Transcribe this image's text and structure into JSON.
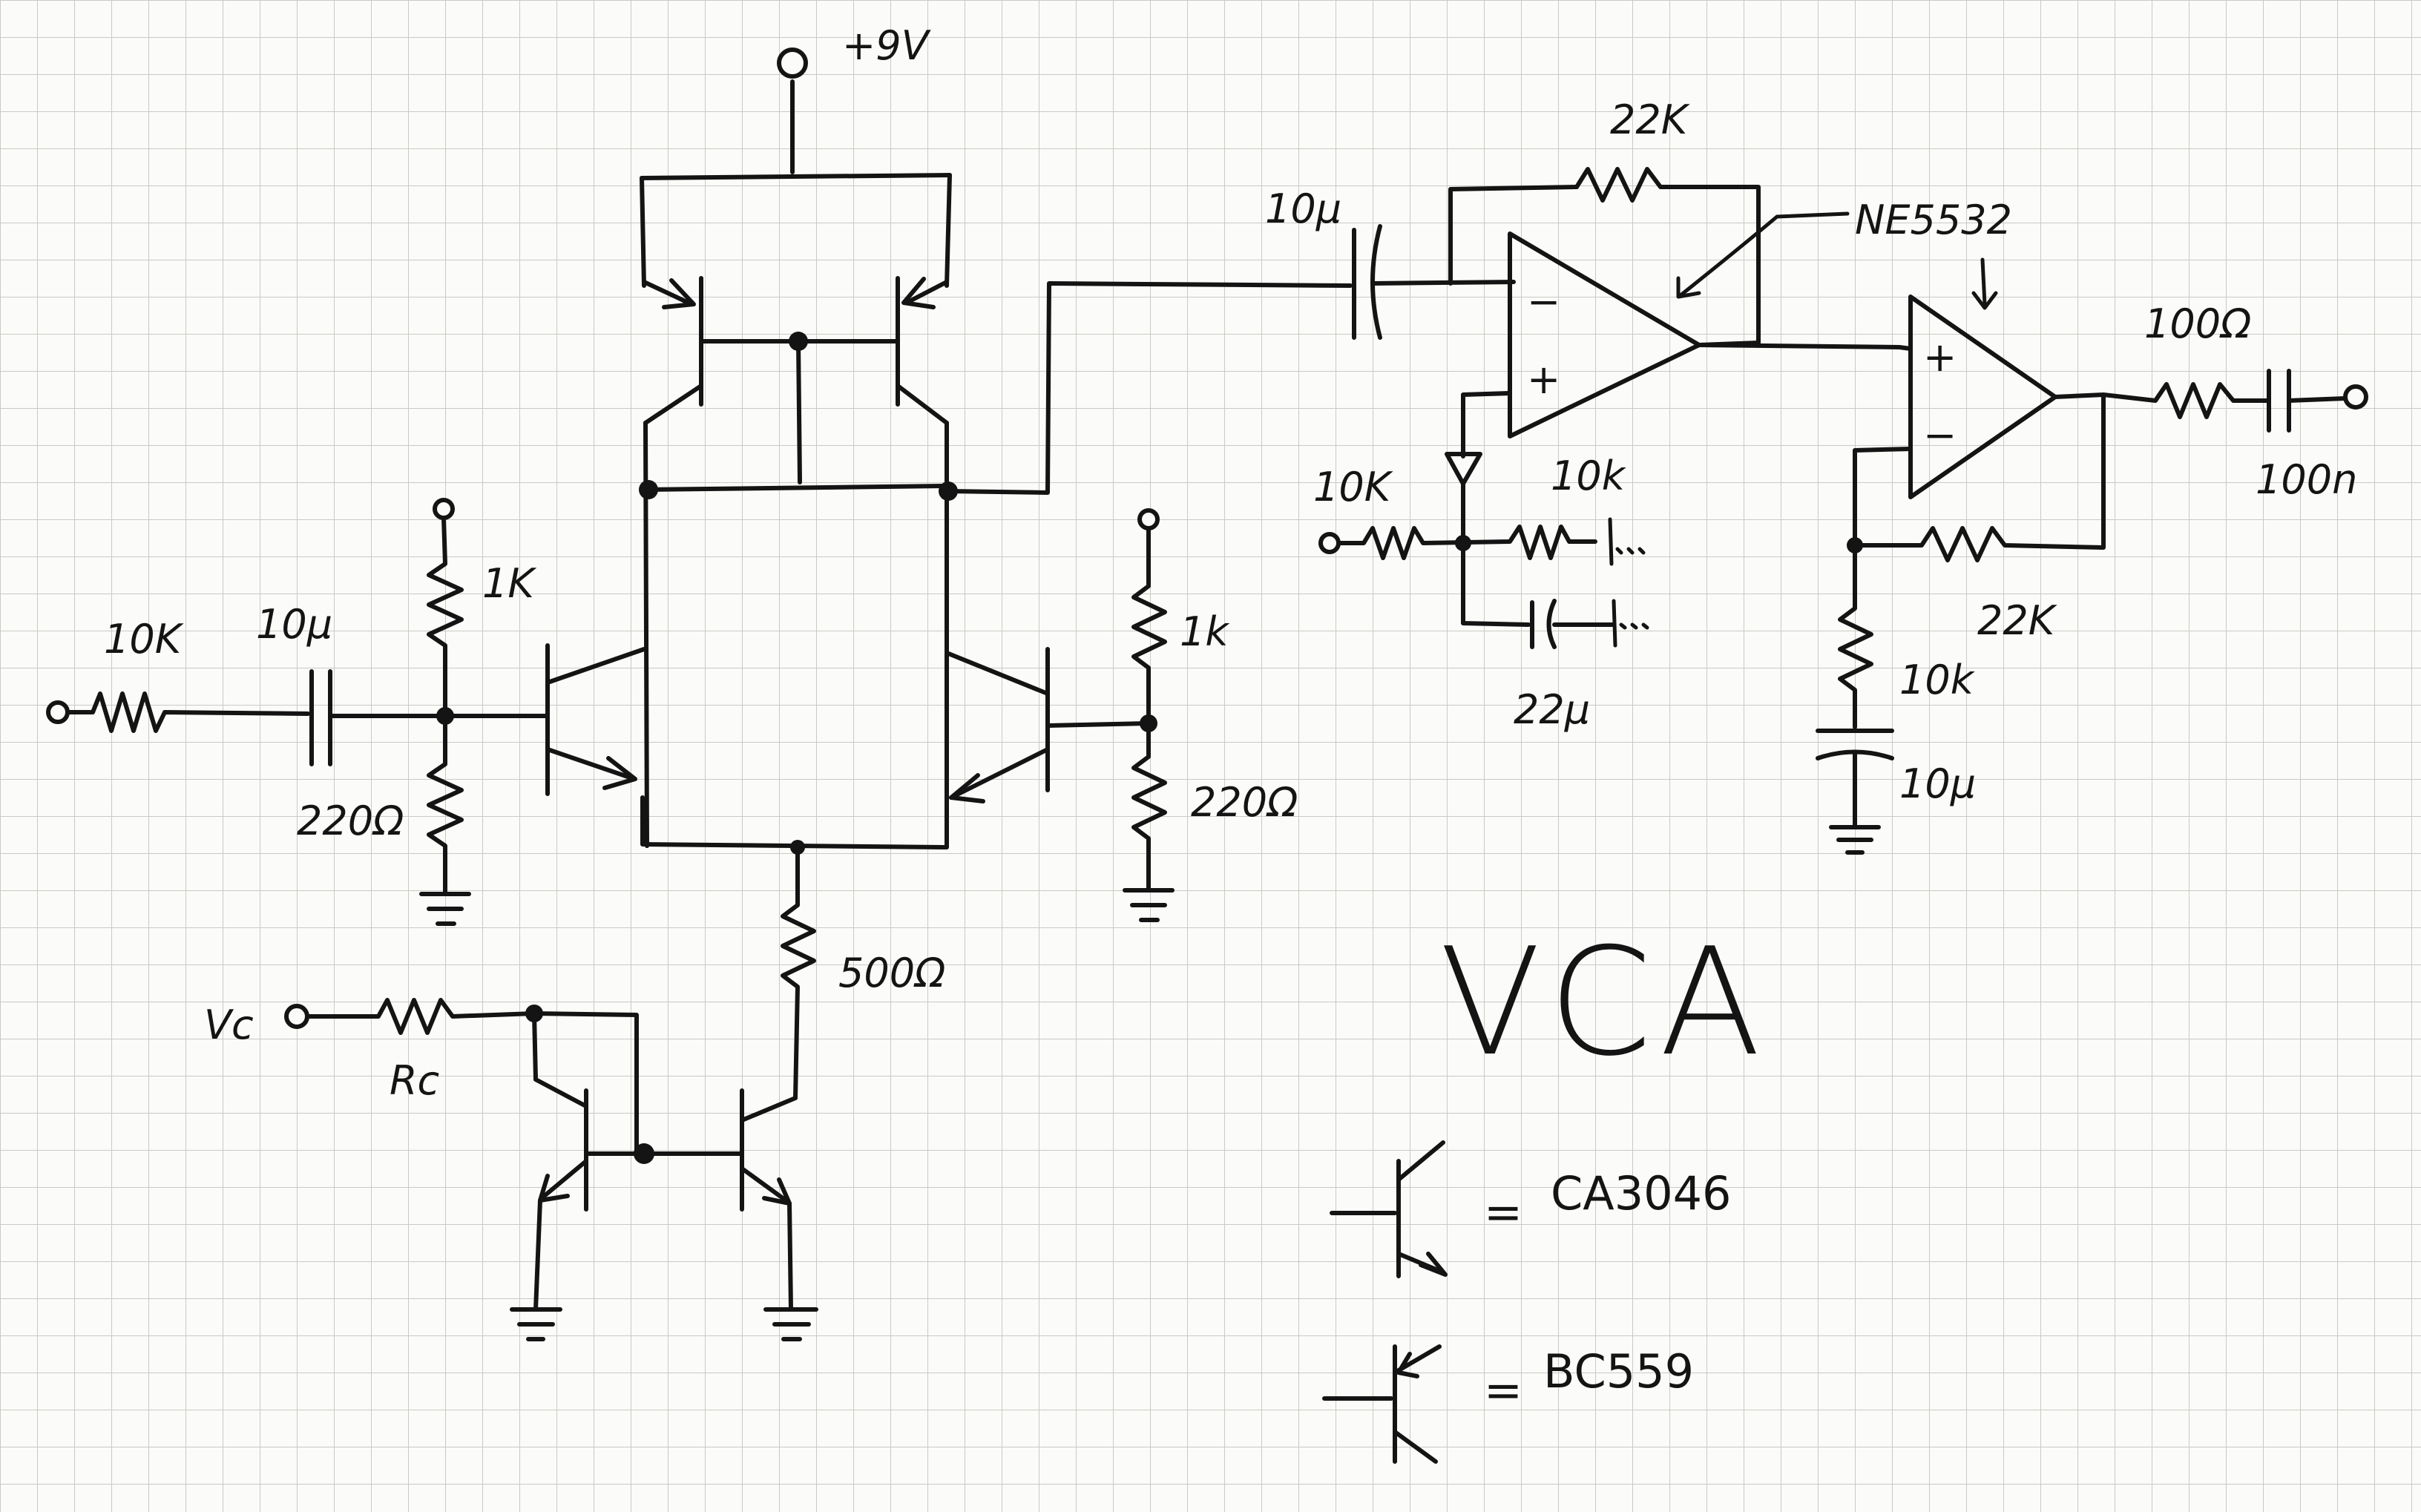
{
  "colors": {
    "paper": "#fbfbf9",
    "grid": "#c9c9c6",
    "ink": "#141414"
  },
  "title": "VCA",
  "labels": {
    "supply": "+9V",
    "in_res": "10K",
    "in_cap": "10μ",
    "bias_top": "1K",
    "bias_bot": "220Ω",
    "bias2_top": "1k",
    "bias2_bot": "220Ω",
    "tail_res": "500Ω",
    "vc": "Vc",
    "rc": "Rc",
    "couple_cap": "10μ",
    "fb_res1": "22K",
    "opamp": "NE5532",
    "in2_res": "10K",
    "gnd_res": "10k",
    "cap22": "22μ",
    "out_res": "100Ω",
    "out_cap": "100n",
    "fb_res2": "22K",
    "fb_gnd_res": "10k",
    "fb_gnd_cap": "10μ",
    "minus1": "−",
    "plus1": "+",
    "minus2": "−",
    "plus2": "+"
  },
  "legend": [
    {
      "symbol": "npn-transistor",
      "part": "CA3046"
    },
    {
      "symbol": "pnp-transistor",
      "part": "BC559"
    }
  ]
}
